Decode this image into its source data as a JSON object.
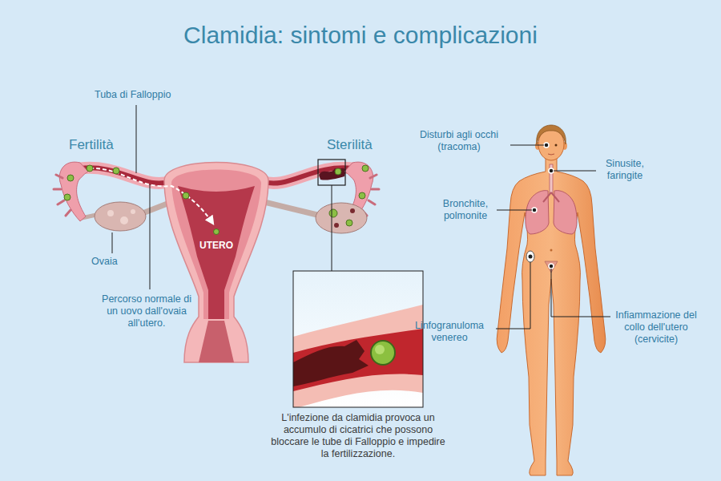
{
  "diagram": {
    "title": "Clamidia: sintomi e complicazioni",
    "labels": [
      "Tuba di Falloppio",
      "Fertilità",
      "Sterilità",
      "UTERO",
      "Ovaia",
      "Percorso normale di un uovo dall'ovaia all'utero.",
      "L'infezione da clamidia provoca un accumulo di cicatrici che possono bloccare le tube di Falloppio e impedire la fertilizzazione.",
      "Disturbi agli occhi (tracoma)",
      "Sinusite, faringite",
      "Bronchite, polmonite",
      "Linfogranuloma venereo",
      "Infiammazione del collo dell'utero (cervicite)"
    ]
  }
}
